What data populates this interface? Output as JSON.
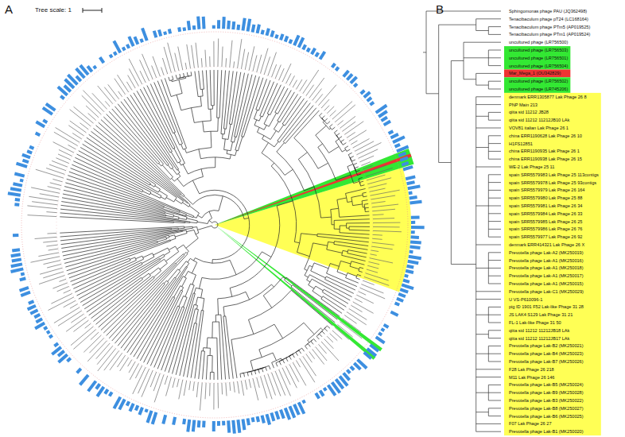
{
  "diagram": {
    "labels": [
      "A",
      "Tree scale: 1",
      "B",
      "Sphingomonas phage PAU (JQ362498)",
      "Tenacibaculum phage pT24 (LC168164)",
      "Tenacibaculum phage PTm5 (AP019525)",
      "Tenacibaculum phage PTm1 (AP019524)",
      "uncultured phage (LR756500)",
      "uncultured phage (LR756503)",
      "uncultured phage (LR756501)",
      "uncultured phage (LR756504)",
      "Mar_Mega_1 (OU342829)",
      "uncultured phage (LR756502)",
      "uncultured phage (LR745206)",
      "denmark ERR1305877 Lak Phage 26 8",
      "PNP Main 213",
      "qiita sid 11212 JB28",
      "qiita sid 11212 11212JB10 LAk",
      "VOV81 italian Lak Phage 26 1",
      "china ERR1190628 Lak Phage 26 10",
      "H1FS12851",
      "china ERR1190935 Lak Phage 26 1",
      "china ERR1190938 Lak Phage 26 15",
      "WE-2 Lak Phage 25 11",
      "spain SRR5579983 Lak Phage 25 113contigs",
      "spain SRR5579978 Lak Phage 25 93contigs",
      "spain SRR5579979 Lak Phage 26 164",
      "spain SRR5579980 Lak Phage 25 88",
      "spain SRR5579981 Lak Phage 26 34",
      "spain SRR5579984 Lak Phage 26 33",
      "spain SRR5579985 Lak Phage 26 25",
      "spain SRR5579986 Lak Phage 26 76",
      "spain SRR5579977 Lak Phage 26 92",
      "denmark ERR414321 Lak Phage 26 X",
      "Prevotella phage Lak-A2 (MK250019)",
      "Prevotella phage Lak-A1 (MK250016)",
      "Prevotella phage Lak-A1 (MK250018)",
      "Prevotella phage Lak-A1 (MK250017)",
      "Prevotella phage Lak-A1 (MK250015)",
      "Prevotella phage Lak-C1 (MK250029)",
      "U VS-P610096-1",
      "pig ID 1901 F52 Lak-like Phage 31 28",
      "JS LAK4 S129 Lak Phage 31 21",
      "FL-1 Lak-like Phage 31 50",
      "qiita sid 11212 11212JB18 LAk",
      "qiita sid 11212 11212JB17 LAk",
      "Prevotella phage Lak-B2 (MK250021)",
      "Prevotella phage Lak-B4 (MK250023)",
      "Prevotella phage Lak-B7 (MK250026)",
      "F28 Lak Phage 26 218",
      "M11 Lak Phage 26 146",
      "Prevotella phage Lak-B5 (MK250024)",
      "Prevotella phage Lak-B9 (MK250028)",
      "Prevotella phage Lak-B3 (MK250022)",
      "Prevotella phage Lak-B8 (MK250027)",
      "Prevotella phage Lak-B6 (MK250025)",
      "F07 Lak Phage 26 27",
      "Prevotella phage Lak-B1 (MK250020)"
    ]
  }
}
